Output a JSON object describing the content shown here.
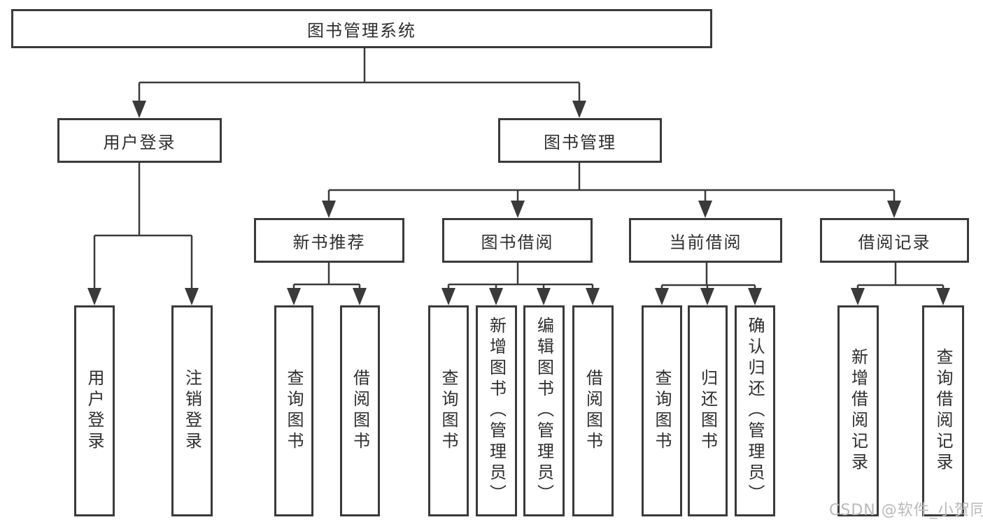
{
  "tree": {
    "root": {
      "label": "图书管理系统"
    },
    "level2": [
      {
        "label": "用户登录",
        "children": [
          {
            "label": "用户登录"
          },
          {
            "label": "注销登录"
          }
        ]
      },
      {
        "label": "图书管理",
        "children": [
          {
            "label": "新书推荐",
            "children": [
              {
                "label": "查询图书"
              },
              {
                "label": "借阅图书"
              }
            ]
          },
          {
            "label": "图书借阅",
            "children": [
              {
                "label": "查询图书"
              },
              {
                "label": "新增图书（管理员）"
              },
              {
                "label": "编辑图书（管理员）"
              },
              {
                "label": "借阅图书"
              }
            ]
          },
          {
            "label": "当前借阅",
            "children": [
              {
                "label": "查询图书"
              },
              {
                "label": "归还图书"
              },
              {
                "label": "确认归还（管理员）"
              }
            ]
          },
          {
            "label": "借阅记录",
            "children": [
              {
                "label": "新增借阅记录"
              },
              {
                "label": "查询借阅记录"
              }
            ]
          }
        ]
      }
    ]
  },
  "watermark": {
    "text": "CSDN @软件_小贺同学"
  },
  "colors": {
    "line": "#3a3a3a",
    "text": "#2e2e2e",
    "watermark_gray": "#b9b9b9",
    "background": "#ffffff"
  }
}
